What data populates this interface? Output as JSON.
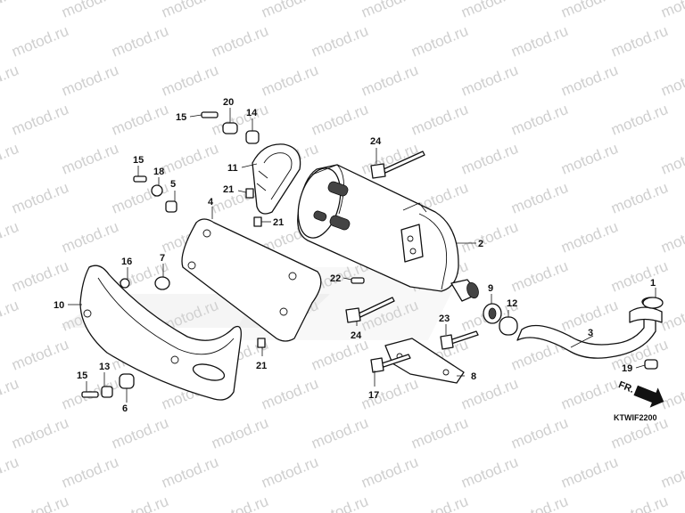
{
  "watermark": "motod.ru",
  "diagram_code": "KTWIF2200",
  "front_label": "FR.",
  "colors": {
    "line": "#111111",
    "watermark": "#cfcfcf",
    "shade": "#d9d9d9"
  },
  "callouts": [
    "1",
    "2",
    "3",
    "4",
    "5",
    "6",
    "7",
    "8",
    "9",
    "10",
    "11",
    "12",
    "13",
    "14",
    "15",
    "15",
    "15",
    "16",
    "17",
    "18",
    "19",
    "20",
    "21",
    "21",
    "21",
    "22",
    "23",
    "24",
    "24"
  ]
}
